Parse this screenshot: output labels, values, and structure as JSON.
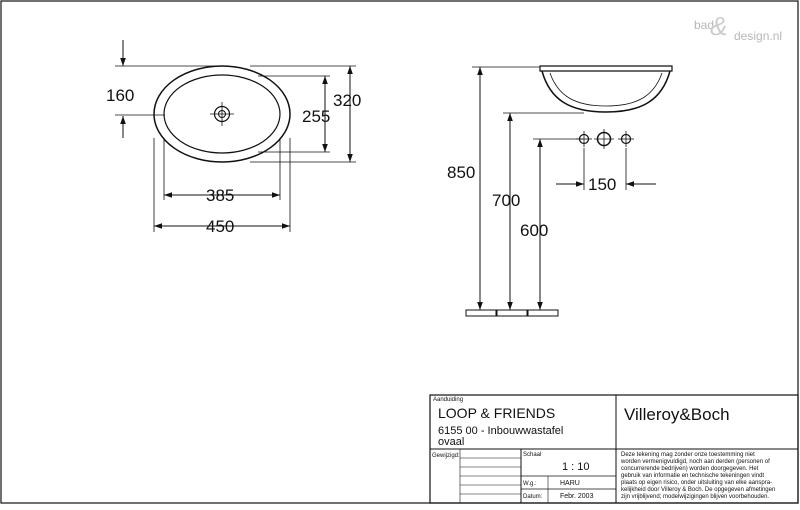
{
  "watermark": {
    "left": "bad",
    "amp": "&",
    "right": "design.nl"
  },
  "dimensions": {
    "top_view": {
      "offset_160": "160",
      "inner_width_385": "385",
      "outer_width_450": "450",
      "inner_depth_255": "255",
      "outer_depth_320": "320"
    },
    "side_view": {
      "height_850": "850",
      "height_700": "700",
      "height_600": "600",
      "spacing_150": "150"
    }
  },
  "title_block": {
    "aanduiding_label": "Aanduiding",
    "product_name": "LOOP & FRIENDS",
    "product_code_line1": "6155 00 - Inbouwwastafel",
    "product_code_line2": "ovaal",
    "brand": "Villeroy&Boch",
    "gewijzigd_label": "Gewijzigd:",
    "schaal_label": "Schaal",
    "schaal_value": "1 : 10",
    "wg_label": "W.g.:",
    "wg_value": "HARU",
    "datum_label": "Datum:",
    "datum_value": "Febr. 2003",
    "disclaimer": [
      "Deze tekening mag zonder onze toestemming niet",
      "worden vermenigvuldigd, noch aan derden  (personen of",
      "concurrerende bedrijven) worden doorgegeven. Het",
      "gebruik van informatie en technische tekeningen  vindt",
      "plaats op eigen risico, onder uitsluiting van elke aanspra-",
      "kelijkheid door Villeroy & Boch. De opgegeven afmetingen",
      "zijn vrijblijvend; modelwijzigingen blijven voorbehouden."
    ]
  }
}
